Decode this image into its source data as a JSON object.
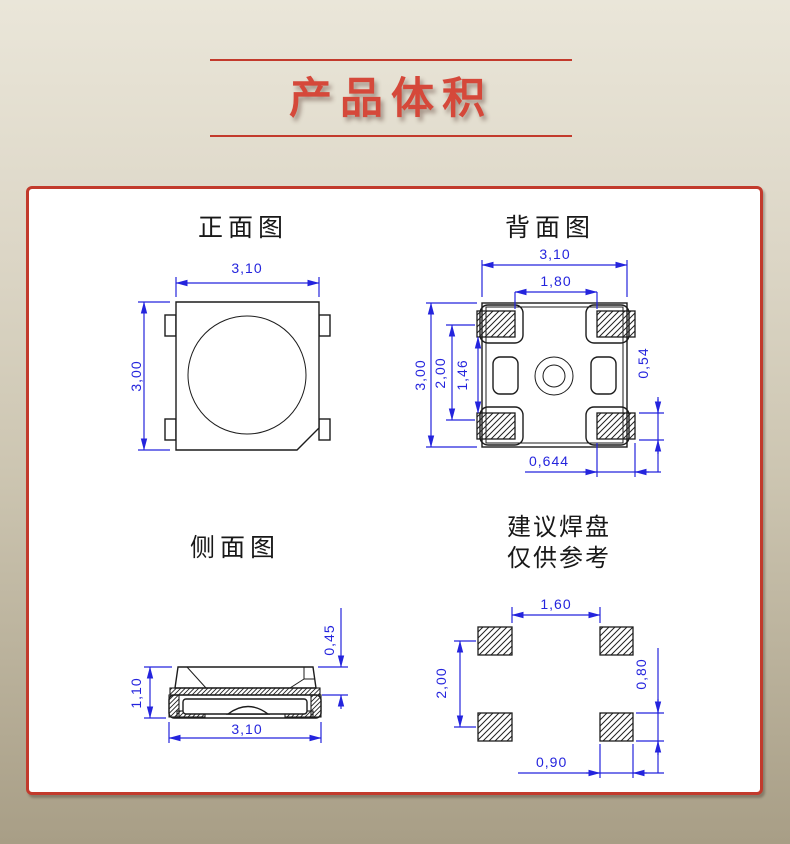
{
  "colors": {
    "accent_red": "#c8392c",
    "title_red": "#d5483a",
    "dimension_blue": "#2424dd",
    "drawing_black": "#1c1c1c",
    "panel_bg": "#ffffff",
    "bg_top": "#eae6d9",
    "bg_bottom": "#a89e86"
  },
  "header": {
    "title": "产品体积"
  },
  "views": {
    "front": {
      "title": "正面图",
      "dims": {
        "width": "3,10",
        "height": "3,00"
      }
    },
    "back": {
      "title": "背面图",
      "dims": {
        "width": "3,10",
        "inner_width": "1,80",
        "height": "3,00",
        "inner_height": "2,00",
        "slot_height": "1,46",
        "pad_height": "0,54",
        "pad_width": "0,644"
      }
    },
    "side": {
      "title": "侧面图",
      "dims": {
        "lens_height": "0,45",
        "height": "1,10",
        "width": "3,10"
      }
    },
    "pads": {
      "title_line1": "建议焊盘",
      "title_line2": "仅供参考",
      "dims": {
        "inner_gap": "1,60",
        "pitch": "2,00",
        "pad_height": "0,80",
        "pad_width": "0,90"
      }
    }
  }
}
